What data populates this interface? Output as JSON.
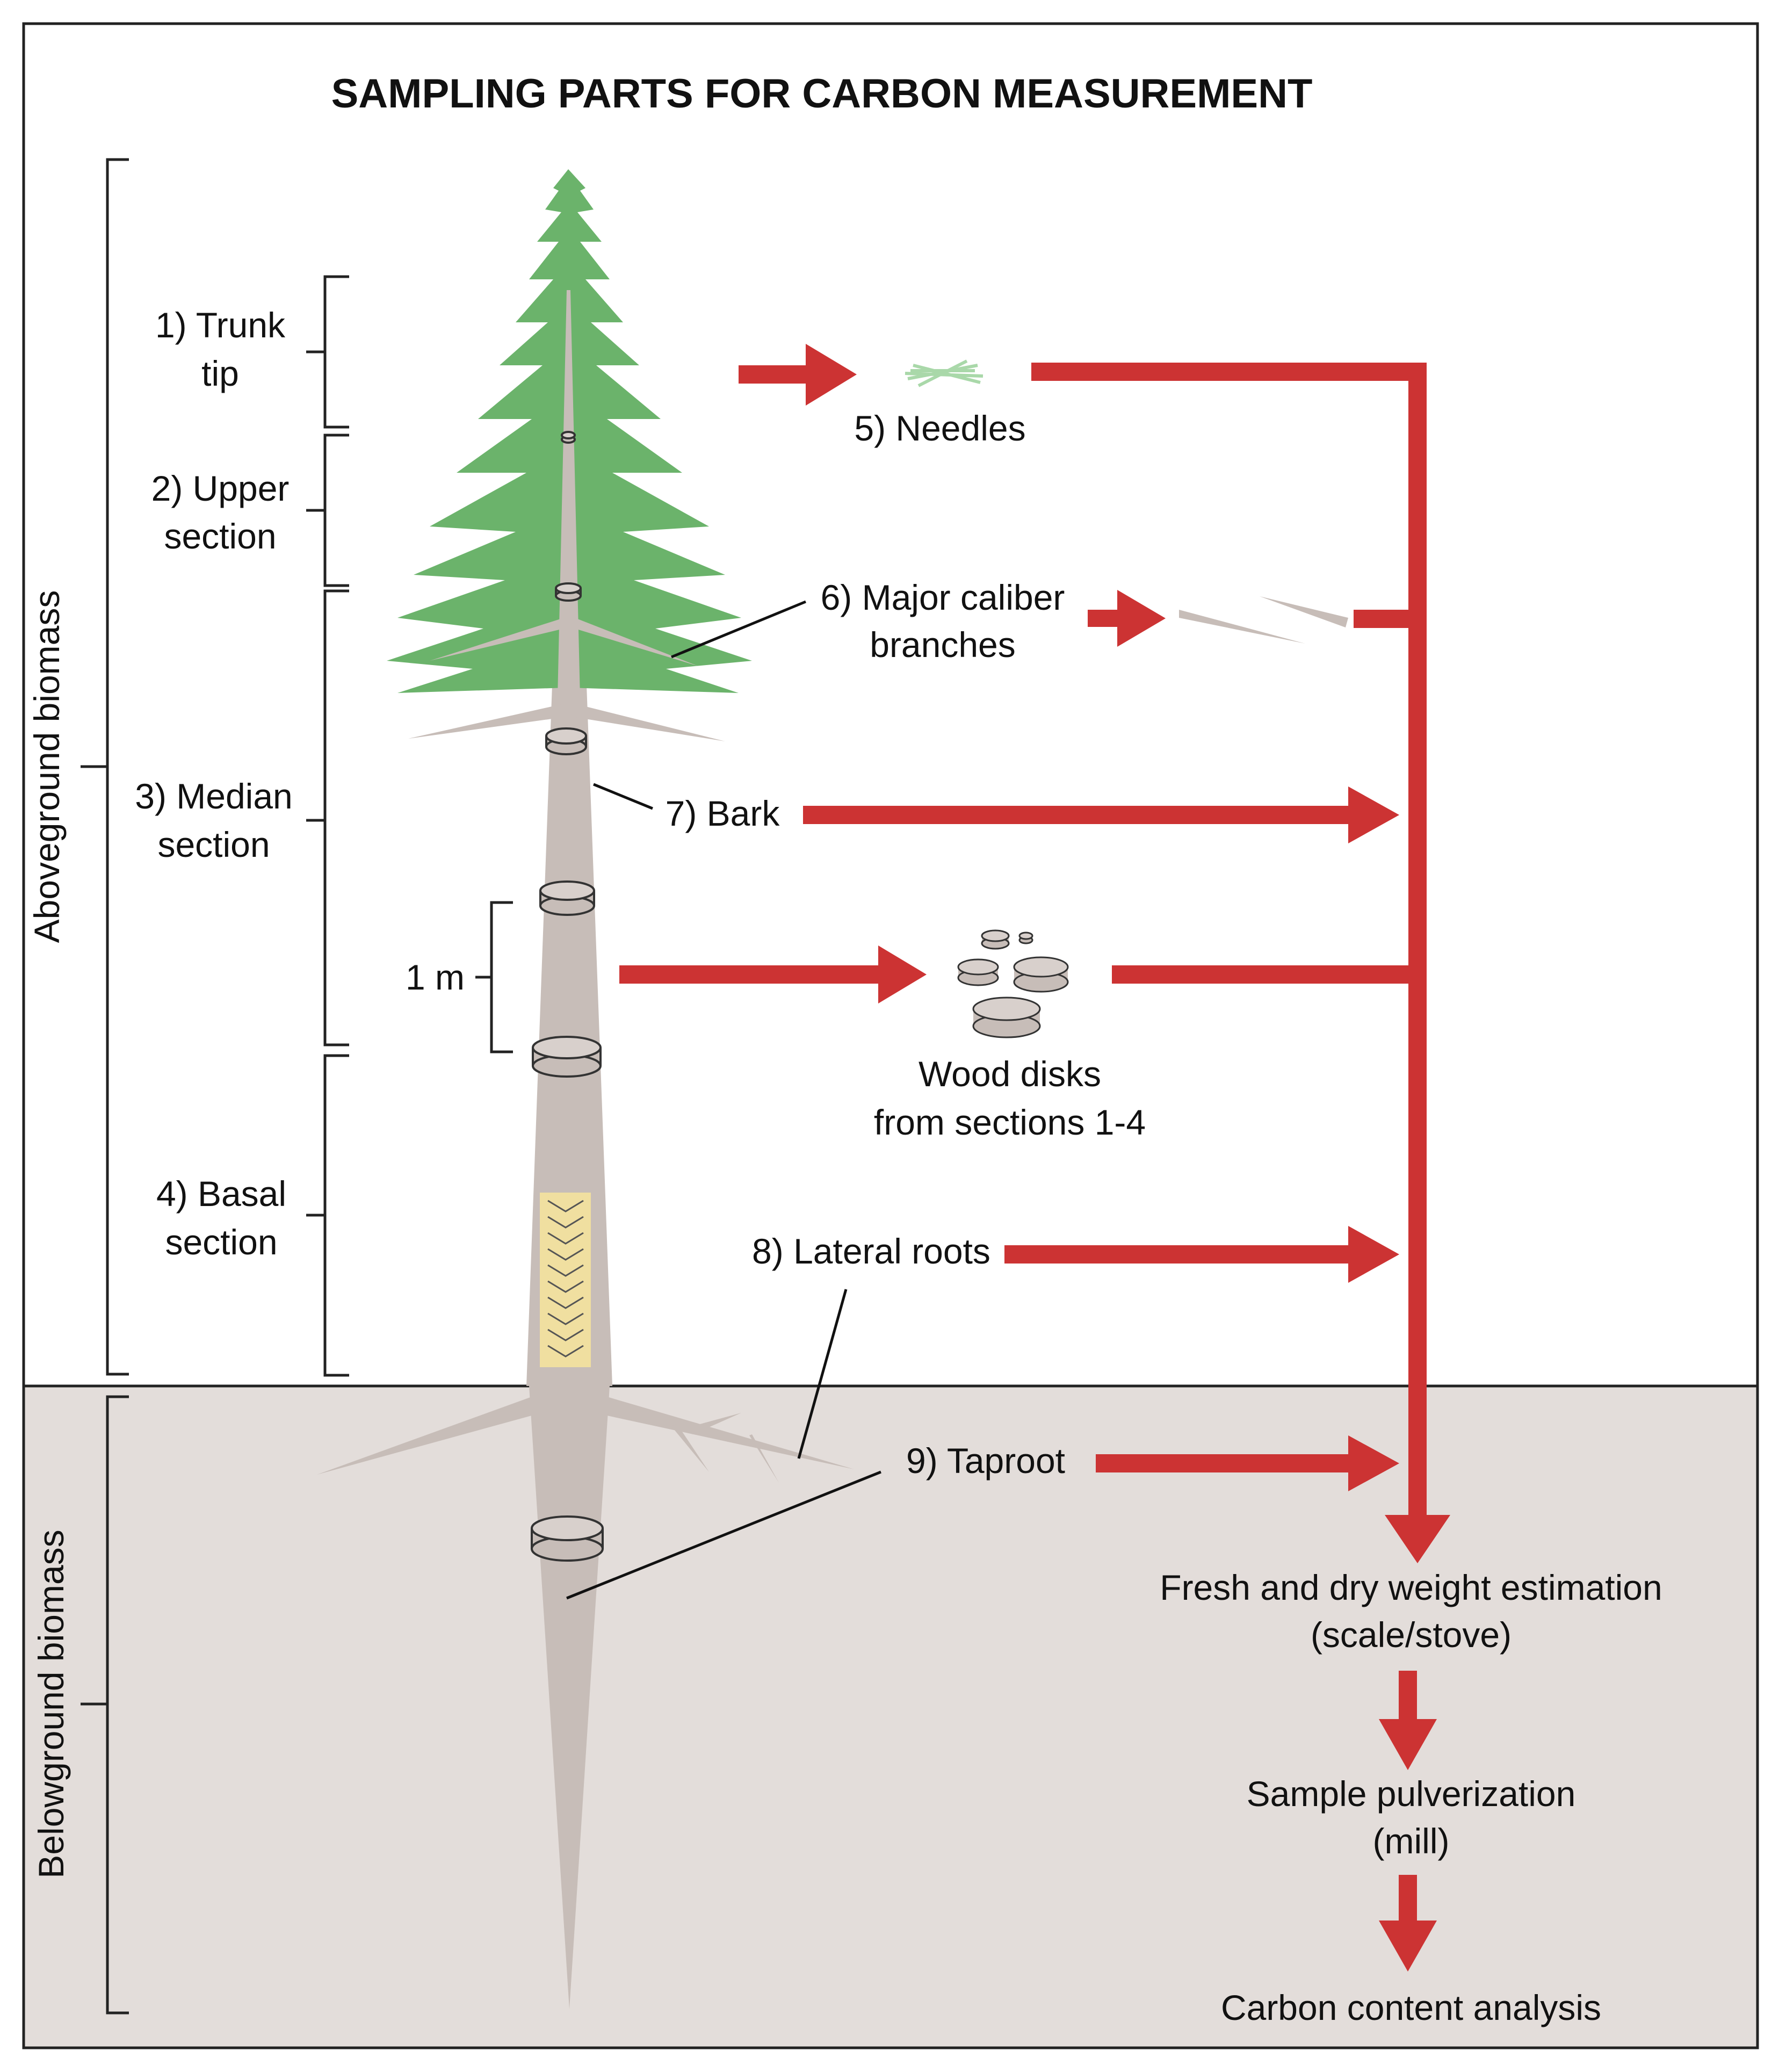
{
  "title": "SAMPLING PARTS FOR CARBON MEASUREMENT",
  "colors": {
    "arrow": "#cc3333",
    "tree_green": "#6bb36b",
    "trunk": "#c7bdb8",
    "belowground_bg": "#e3ddda",
    "border": "#222222",
    "core_sample": "#f0dfa0"
  },
  "side_labels": {
    "aboveground": "Aboveground biomass",
    "belowground": "Belowground biomass"
  },
  "sections": {
    "trunk_tip": [
      "1) Trunk",
      "tip"
    ],
    "upper": [
      "2) Upper",
      "section"
    ],
    "median": [
      "3) Median",
      "section"
    ],
    "basal": [
      "4) Basal",
      "section"
    ],
    "one_meter": "1 m"
  },
  "parts": {
    "needles": "5) Needles",
    "branches": [
      "6) Major caliber",
      "branches"
    ],
    "bark": "7) Bark",
    "wood_disks": [
      "Wood disks",
      "from sections 1-4"
    ],
    "lateral_roots": "8) Lateral roots",
    "taproot": "9) Taproot"
  },
  "process": {
    "step1": [
      "Fresh and dry weight estimation",
      "(scale/stove)"
    ],
    "step2": [
      "Sample pulverization",
      "(mill)"
    ],
    "step3": "Carbon content analysis"
  }
}
